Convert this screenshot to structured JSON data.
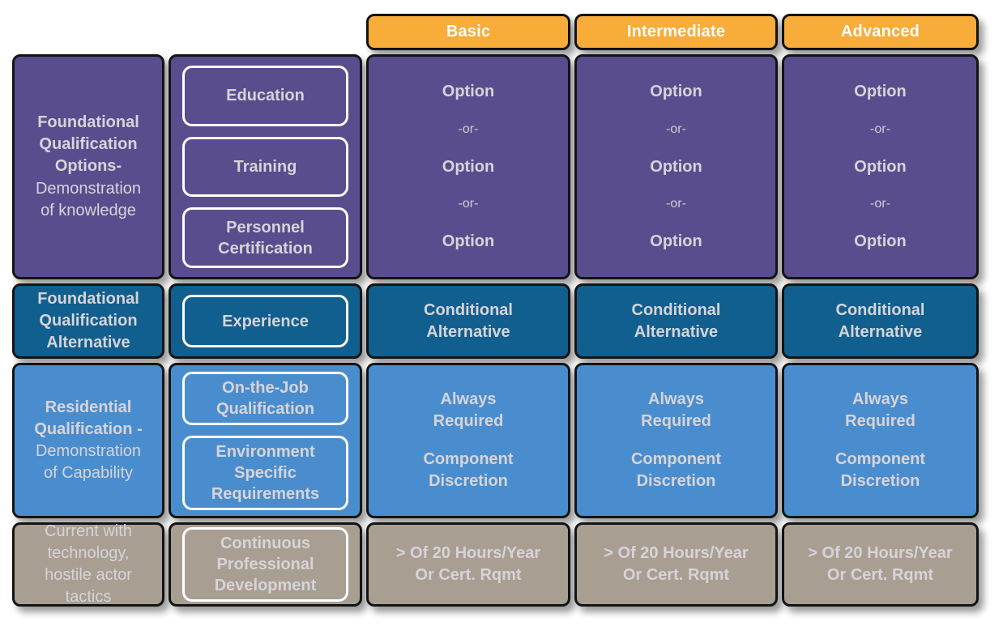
{
  "palette": {
    "orange": "#F8AC39",
    "purple": "#5A4D8E",
    "dark_blue": "#115F8E",
    "light_blue": "#4A8DCE",
    "taupe": "#A89E92",
    "border": "#141414",
    "text_light": "#D7D4D8",
    "or_text": "#CFCCD2",
    "header_text": "#FFFFFF"
  },
  "header": {
    "columns": [
      "Basic",
      "Intermediate",
      "Advanced"
    ]
  },
  "rows": [
    {
      "label": {
        "bold": "Foundational\nQualification\nOptions-",
        "regular": "Demonstration\nof knowledge"
      },
      "subboxes": [
        {
          "label": "Education"
        },
        {
          "label": "Training"
        },
        {
          "label": "Personnel\nCertification"
        }
      ],
      "cell": {
        "option1": "Option",
        "or1": "-or-",
        "option2": "Option",
        "or2": "-or-",
        "option3": "Option"
      }
    },
    {
      "label": {
        "bold": "Foundational\nQualification\nAlternative",
        "regular": ""
      },
      "subboxes": [
        {
          "label": "Experience"
        }
      ],
      "cell": {
        "block1": "Conditional\nAlternative"
      }
    },
    {
      "label": {
        "bold": "Residential\nQualification -",
        "regular": "Demonstration\nof Capability"
      },
      "subboxes": [
        {
          "label": "On-the-Job\nQualification"
        },
        {
          "label": "Environment\nSpecific\nRequirements"
        }
      ],
      "cell": {
        "block1": "Always\nRequired",
        "block2": "Component\nDiscretion"
      }
    },
    {
      "label": {
        "bold": "",
        "regular": "Current with\ntechnology,\nhostile actor\ntactics"
      },
      "subboxes": [
        {
          "label": "Continuous\nProfessional\nDevelopment"
        }
      ],
      "cell": {
        "block1": "> Of 20 Hours/Year\nOr Cert. Rqmt"
      }
    }
  ]
}
